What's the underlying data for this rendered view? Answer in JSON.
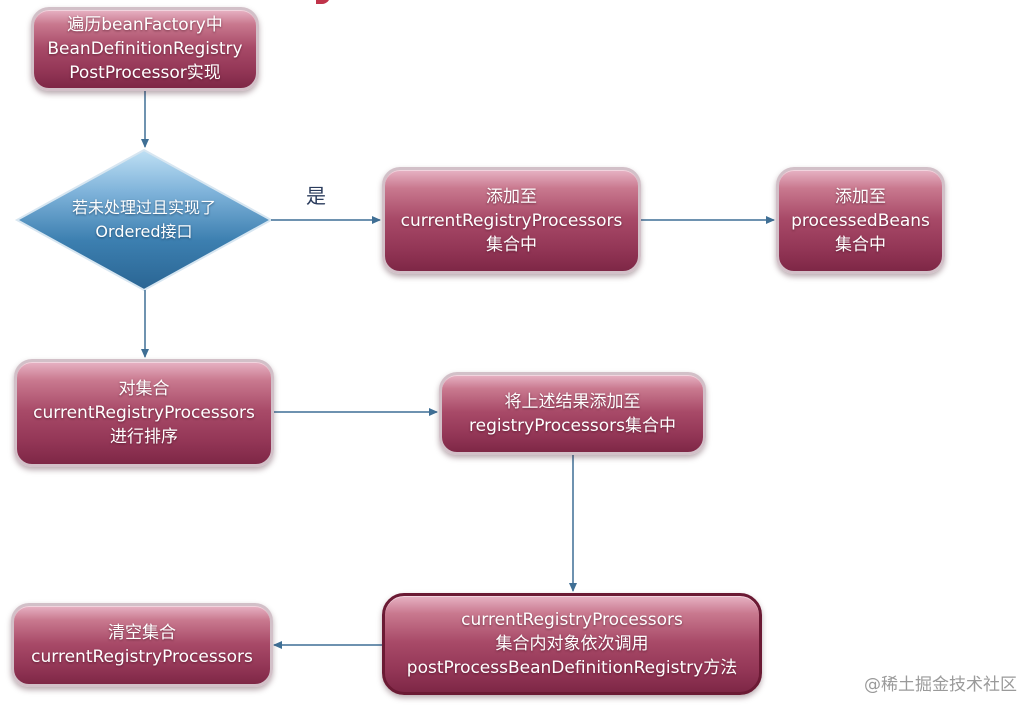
{
  "diagram": {
    "nodes": {
      "iterate": "遍历beanFactory中\nBeanDefinitionRegistry\nPostProcessor实现",
      "condition": "若未处理过且实现了\nOrdered接口",
      "add_current": "添加至\ncurrentRegistryProcessors\n集合中",
      "add_processed": "添加至\nprocessedBeans\n集合中",
      "sort": "对集合\ncurrentRegistryProcessors\n进行排序",
      "add_registry": "将上述结果添加至\nregistryProcessors集合中",
      "invoke": "currentRegistryProcessors\n集合内对象依次调用\npostProcessBeanDefinitionRegistry方法",
      "clear": "清空集合\ncurrentRegistryProcessors"
    },
    "edge_labels": {
      "yes": "是"
    }
  },
  "watermark": "@稀土掘金技术社区",
  "colors": {
    "box_top": "#e7b3c4",
    "box_bottom": "#7e2746",
    "diamond_top": "#9ac8e8",
    "diamond_bottom": "#2e6f9e",
    "connector": "#3f6f95"
  }
}
